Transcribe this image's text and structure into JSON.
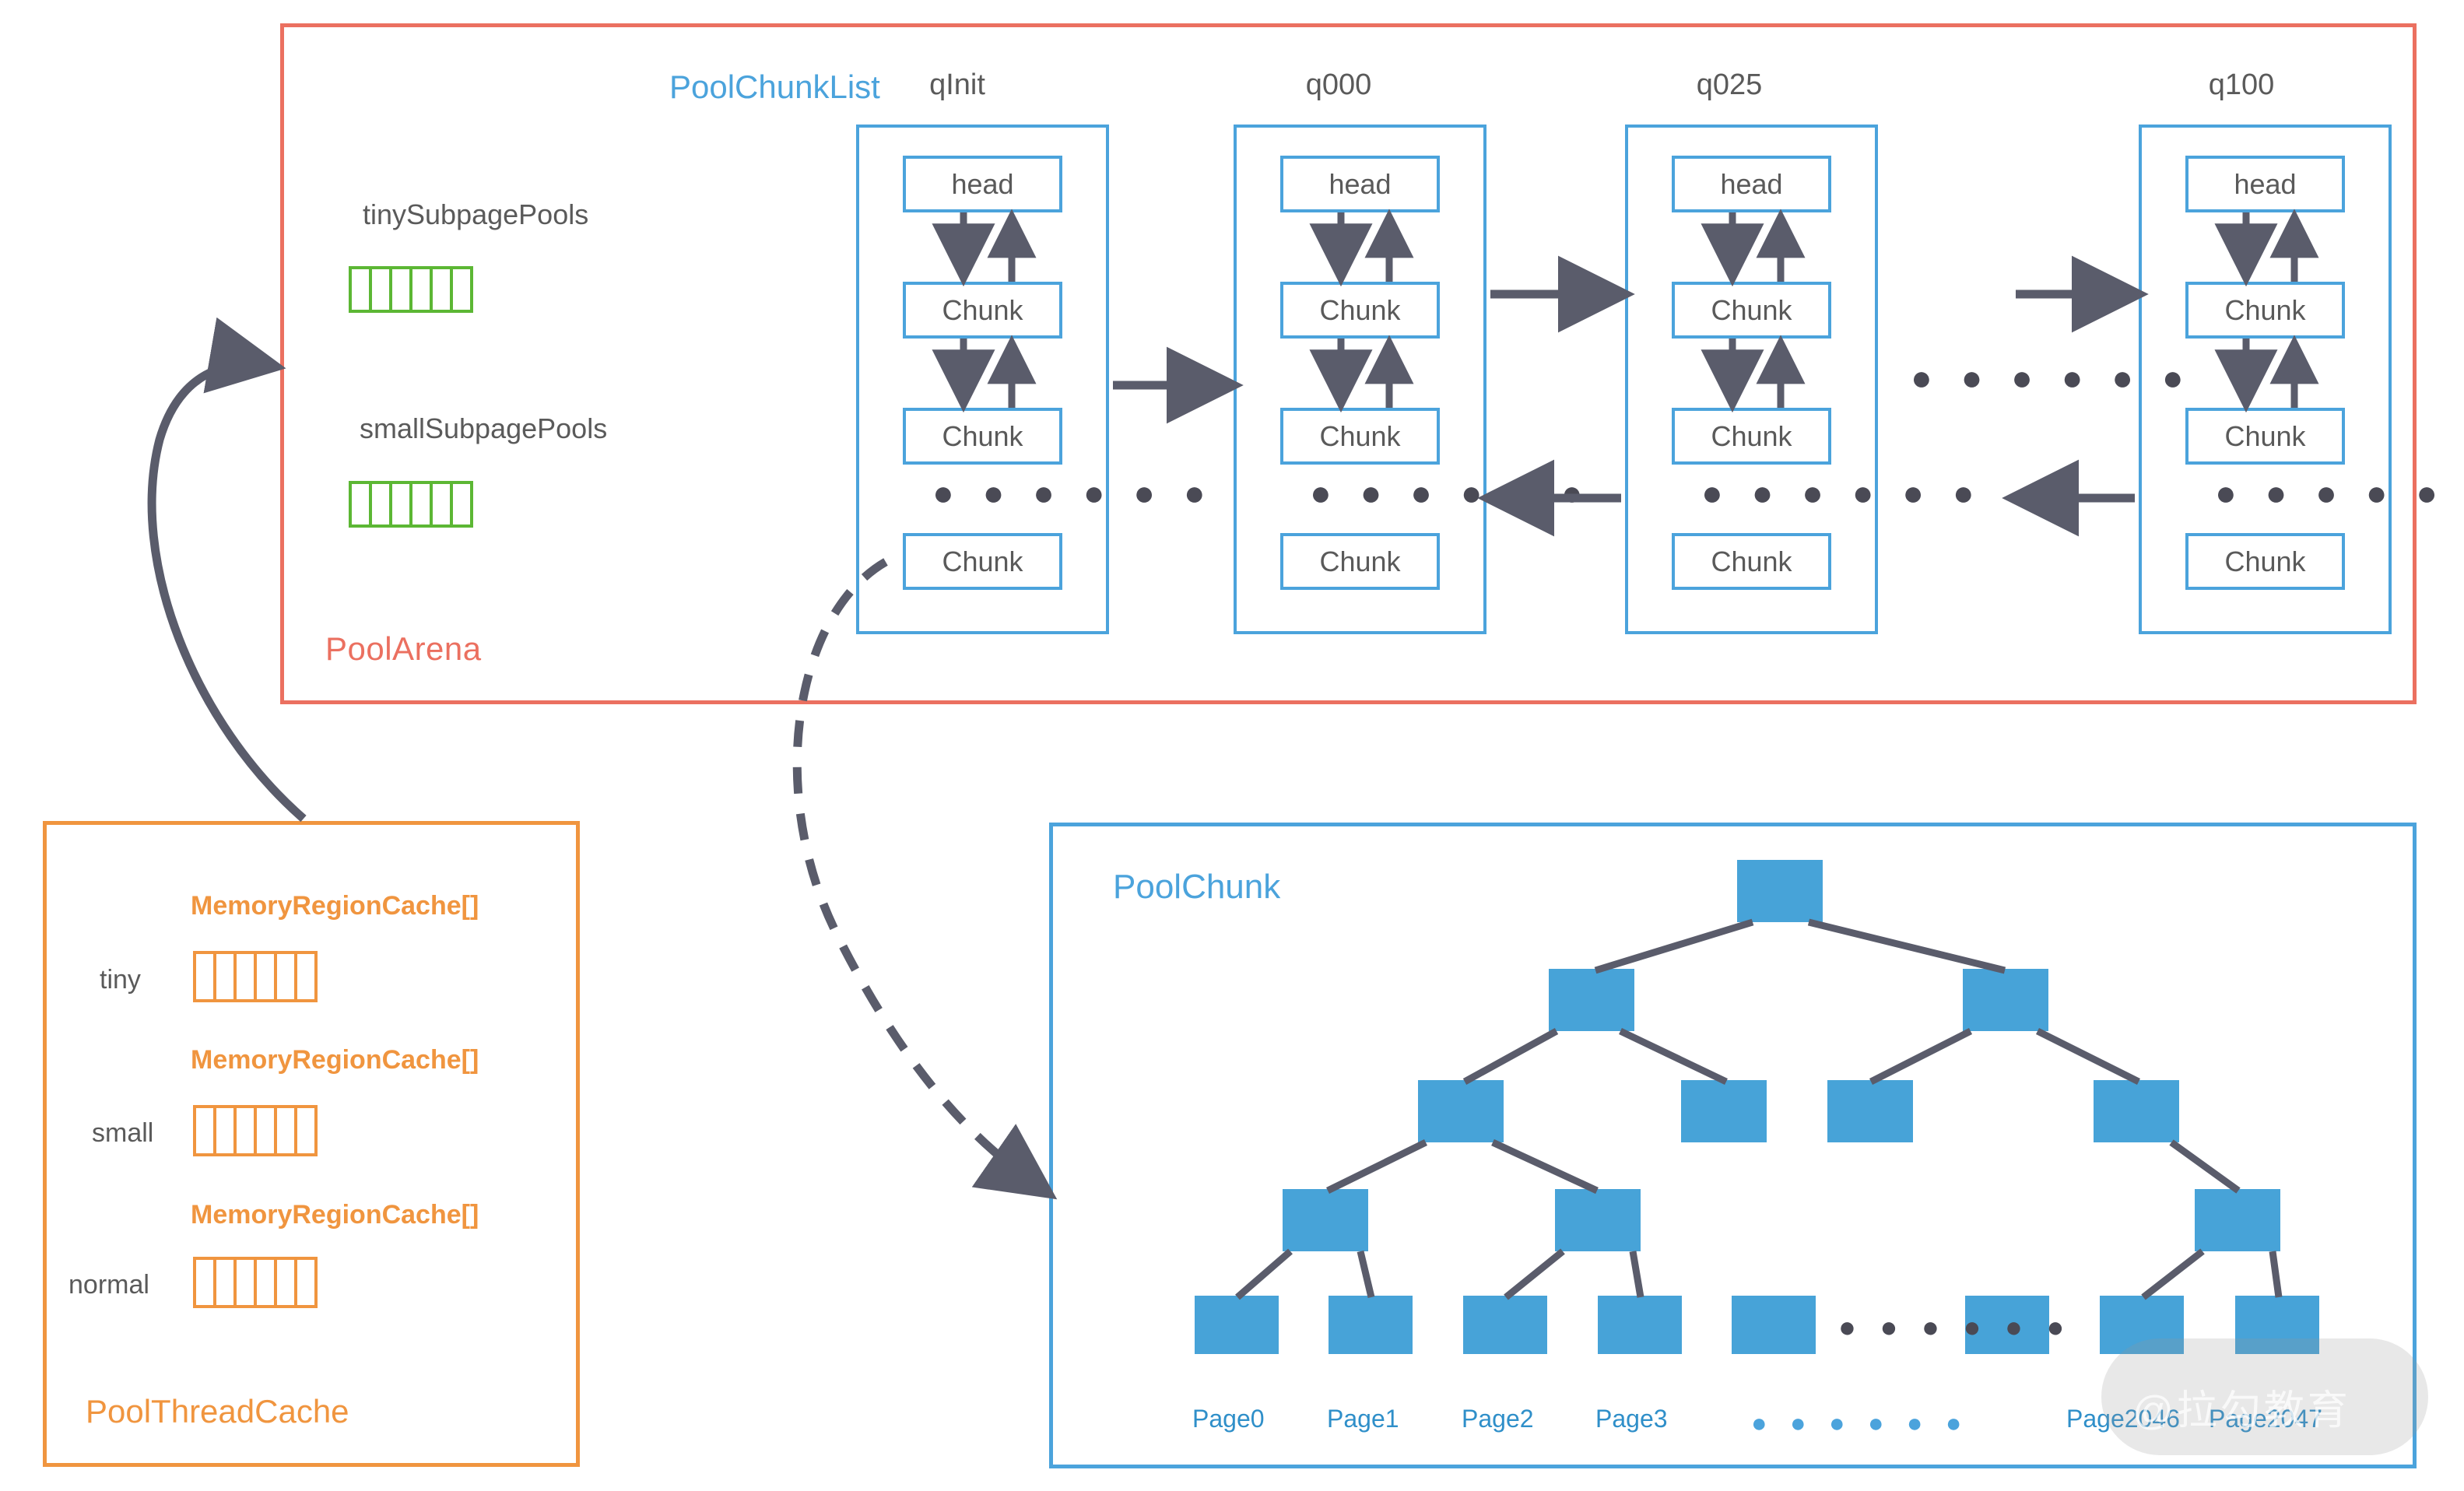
{
  "arena": {
    "label": "PoolArena",
    "border_color": "#eb7060",
    "subpage_pools": [
      {
        "title": "tinySubpagePools",
        "cells": 6,
        "color": "#5cb734"
      },
      {
        "title": "smallSubpagePools",
        "cells": 6,
        "color": "#5cb734"
      }
    ]
  },
  "chunk_list": {
    "label": "PoolChunkList",
    "label_color": "#4ba3dc",
    "columns": [
      {
        "title": "qInit",
        "nodes": [
          "head",
          "Chunk",
          "Chunk",
          "Chunk"
        ],
        "ellipsis": "● ● ● ● ● ●"
      },
      {
        "title": "q000",
        "nodes": [
          "head",
          "Chunk",
          "Chunk",
          "Chunk"
        ],
        "ellipsis": "● ● ● ● ● ●"
      },
      {
        "title": "q025",
        "nodes": [
          "head",
          "Chunk",
          "Chunk",
          "Chunk"
        ],
        "ellipsis": "● ● ● ● ● ●"
      },
      {
        "title": "q100",
        "nodes": [
          "head",
          "Chunk",
          "Chunk",
          "Chunk"
        ],
        "ellipsis": "● ● ● ● ● ●"
      }
    ],
    "between_columns_ellipsis": "● ● ● ● ● ●"
  },
  "thread_cache": {
    "label": "PoolThreadCache",
    "border_color": "#f0953f",
    "rows": [
      {
        "array_title": "MemoryRegionCache[]",
        "row_label": "tiny",
        "cells": 6
      },
      {
        "array_title": "MemoryRegionCache[]",
        "row_label": "small",
        "cells": 6
      },
      {
        "array_title": "MemoryRegionCache[]",
        "row_label": "normal",
        "cells": 6
      }
    ]
  },
  "pool_chunk": {
    "label": "PoolChunk",
    "border_color": "#4ba3dc",
    "node_color": "#47a3d8",
    "page_labels": [
      "Page0",
      "Page1",
      "Page2",
      "Page3",
      "Page2046",
      "Page2047"
    ],
    "page_ellipsis": "● ● ● ● ● ●",
    "leaf_ellipsis": "● ● ● ● ● ●",
    "tree_depth_levels": 5
  },
  "watermark": {
    "text": "@拉勾教育"
  }
}
